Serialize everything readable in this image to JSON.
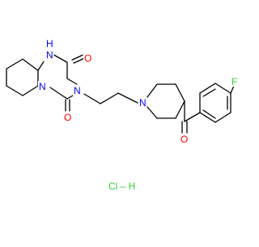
{
  "molecule": {
    "atoms": {
      "nh": "N",
      "nh_h": "H",
      "n_fused": "N",
      "n_imide": "N",
      "n_pip": "N",
      "o_top": "O",
      "o_bottom": "O",
      "o_ketone": "O",
      "f": "F"
    },
    "salt": "Cl – H"
  },
  "colors": {
    "bond": "#000000",
    "nitrogen": "#0000ff",
    "oxygen": "#ff0000",
    "fluorine": "#33cc33",
    "carbon_text": "#000000"
  }
}
